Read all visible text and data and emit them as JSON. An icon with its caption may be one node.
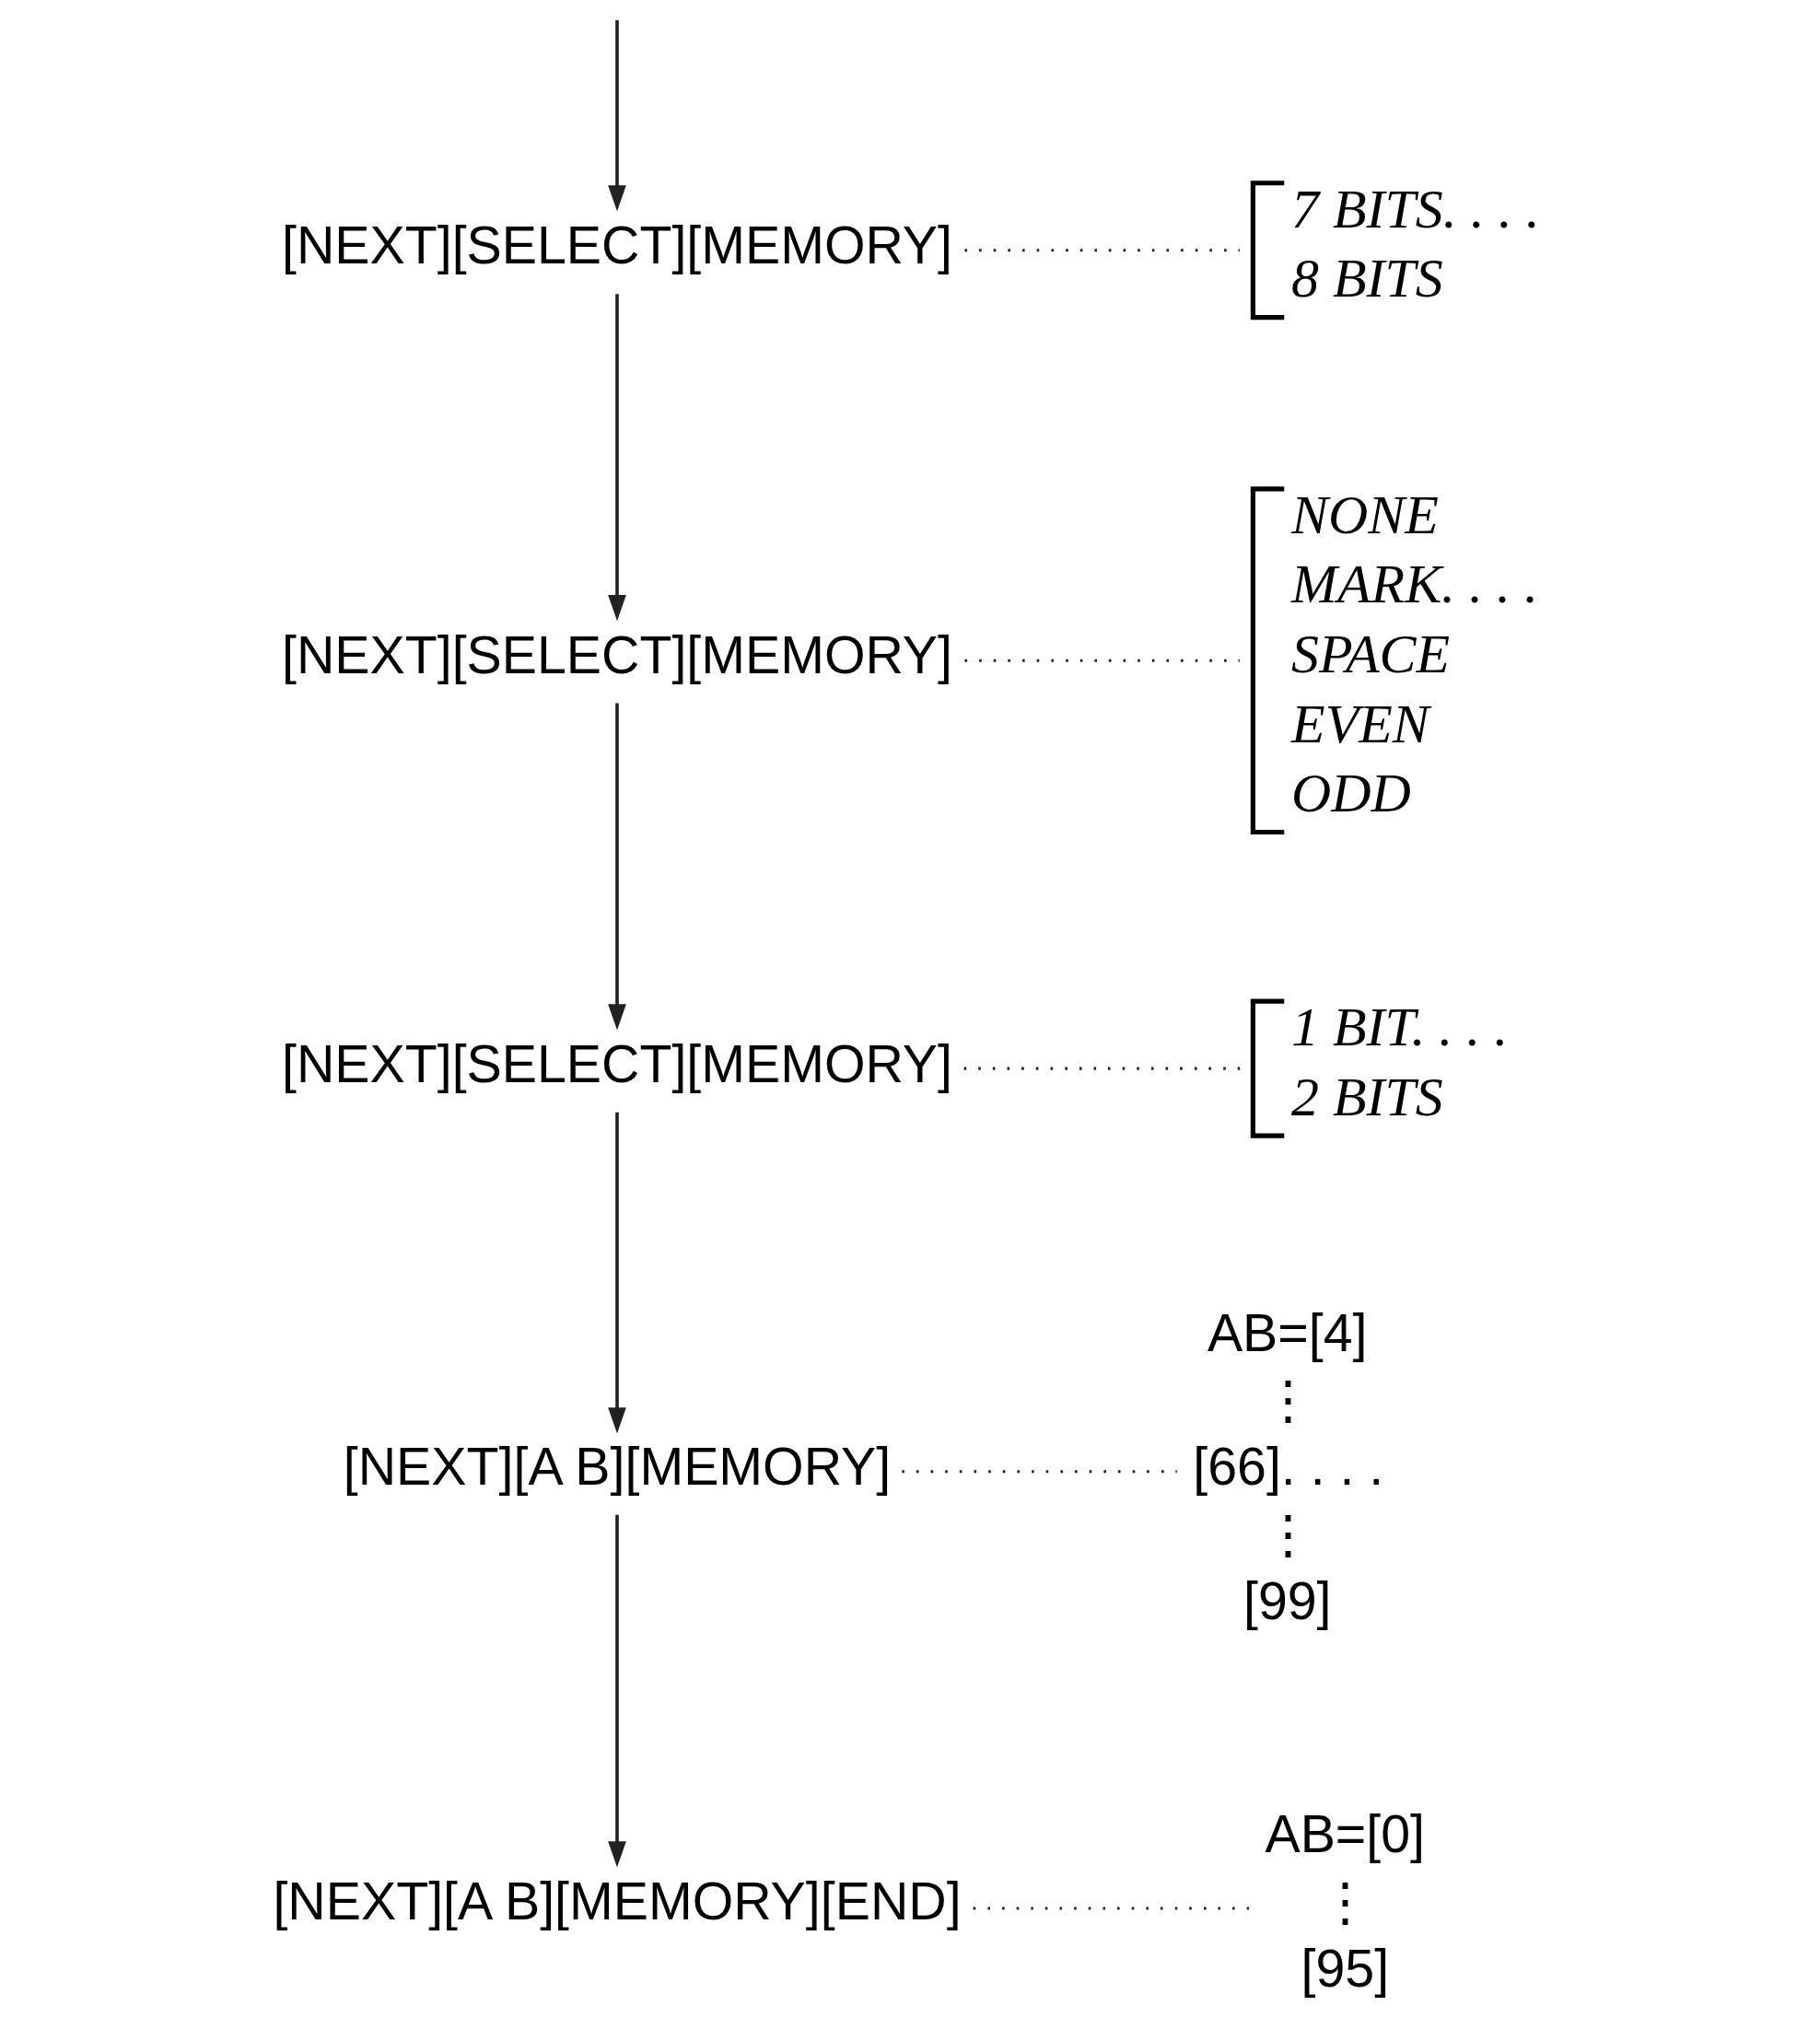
{
  "diagram": {
    "nodes": [
      {
        "text": [
          "7 BITS. . . .",
          "8 BITS"
        ]
      },
      {
        "text": [
          "[NEXT][SELECT][MEMORY]"
        ]
      },
      {
        "text": [
          "NONE",
          "MARK. . . .",
          "SPACE",
          "EVEN",
          "ODD"
        ]
      },
      {
        "text": [
          "[NEXT][SELECT][MEMORY]"
        ]
      },
      {
        "text": [
          "1 BIT. . . .",
          "2 BITS"
        ]
      },
      {
        "text": [
          "[NEXT][SELECT][MEMORY]"
        ]
      },
      {
        "text": [
          "AB=[4]",
          "⋮",
          "[66]. . . .",
          "⋮",
          "[99]"
        ]
      },
      {
        "text": [
          "[NEXT][A B][MEMORY]"
        ]
      },
      {
        "text": [
          "AB=[0]",
          "⋮",
          "[95]"
        ]
      },
      {
        "text": [
          "[NEXT][A B][MEMORY][END]"
        ]
      }
    ],
    "edges": [
      {
        "from": null,
        "to": 1,
        "arrow": "to"
      },
      {
        "from": 1,
        "to": 0,
        "arrow": "none",
        "style": "dashed"
      },
      {
        "from": 1,
        "to": 3,
        "arrow": "to"
      },
      {
        "from": 3,
        "to": 2,
        "arrow": "none",
        "style": "dashed"
      },
      {
        "from": 3,
        "to": 5,
        "arrow": "to"
      },
      {
        "from": 5,
        "to": 4,
        "arrow": "none",
        "style": "dashed"
      },
      {
        "from": 5,
        "to": 7,
        "arrow": "to"
      },
      {
        "from": 7,
        "to": 6,
        "arrow": "none",
        "style": "dashed"
      },
      {
        "from": 7,
        "to": 9,
        "arrow": "to"
      },
      {
        "from": 9,
        "to": 8,
        "arrow": "none",
        "style": "dashed"
      }
    ]
  }
}
